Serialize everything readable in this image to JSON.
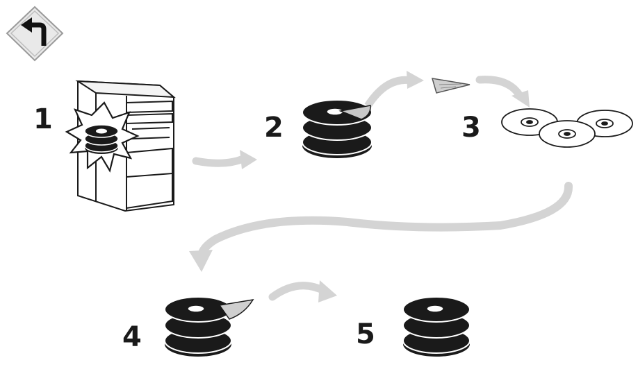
{
  "back_button": {
    "icon": "turn-left-arrow-icon"
  },
  "steps": [
    {
      "label": "1",
      "icon": "computer-tower-with-damaged-disk-icon"
    },
    {
      "label": "2",
      "icon": "disk-stack-with-data-wedge-icon"
    },
    {
      "label": "3",
      "icon": "optical-discs-icon"
    },
    {
      "label": "4",
      "icon": "disk-stack-with-data-wedge-icon"
    },
    {
      "label": "5",
      "icon": "restored-disk-stack-icon"
    }
  ],
  "colors": {
    "ink": "#1a1a1a",
    "arrow_gray": "#d4d4d4",
    "wedge_gray": "#c8c8c8",
    "background": "#ffffff"
  }
}
